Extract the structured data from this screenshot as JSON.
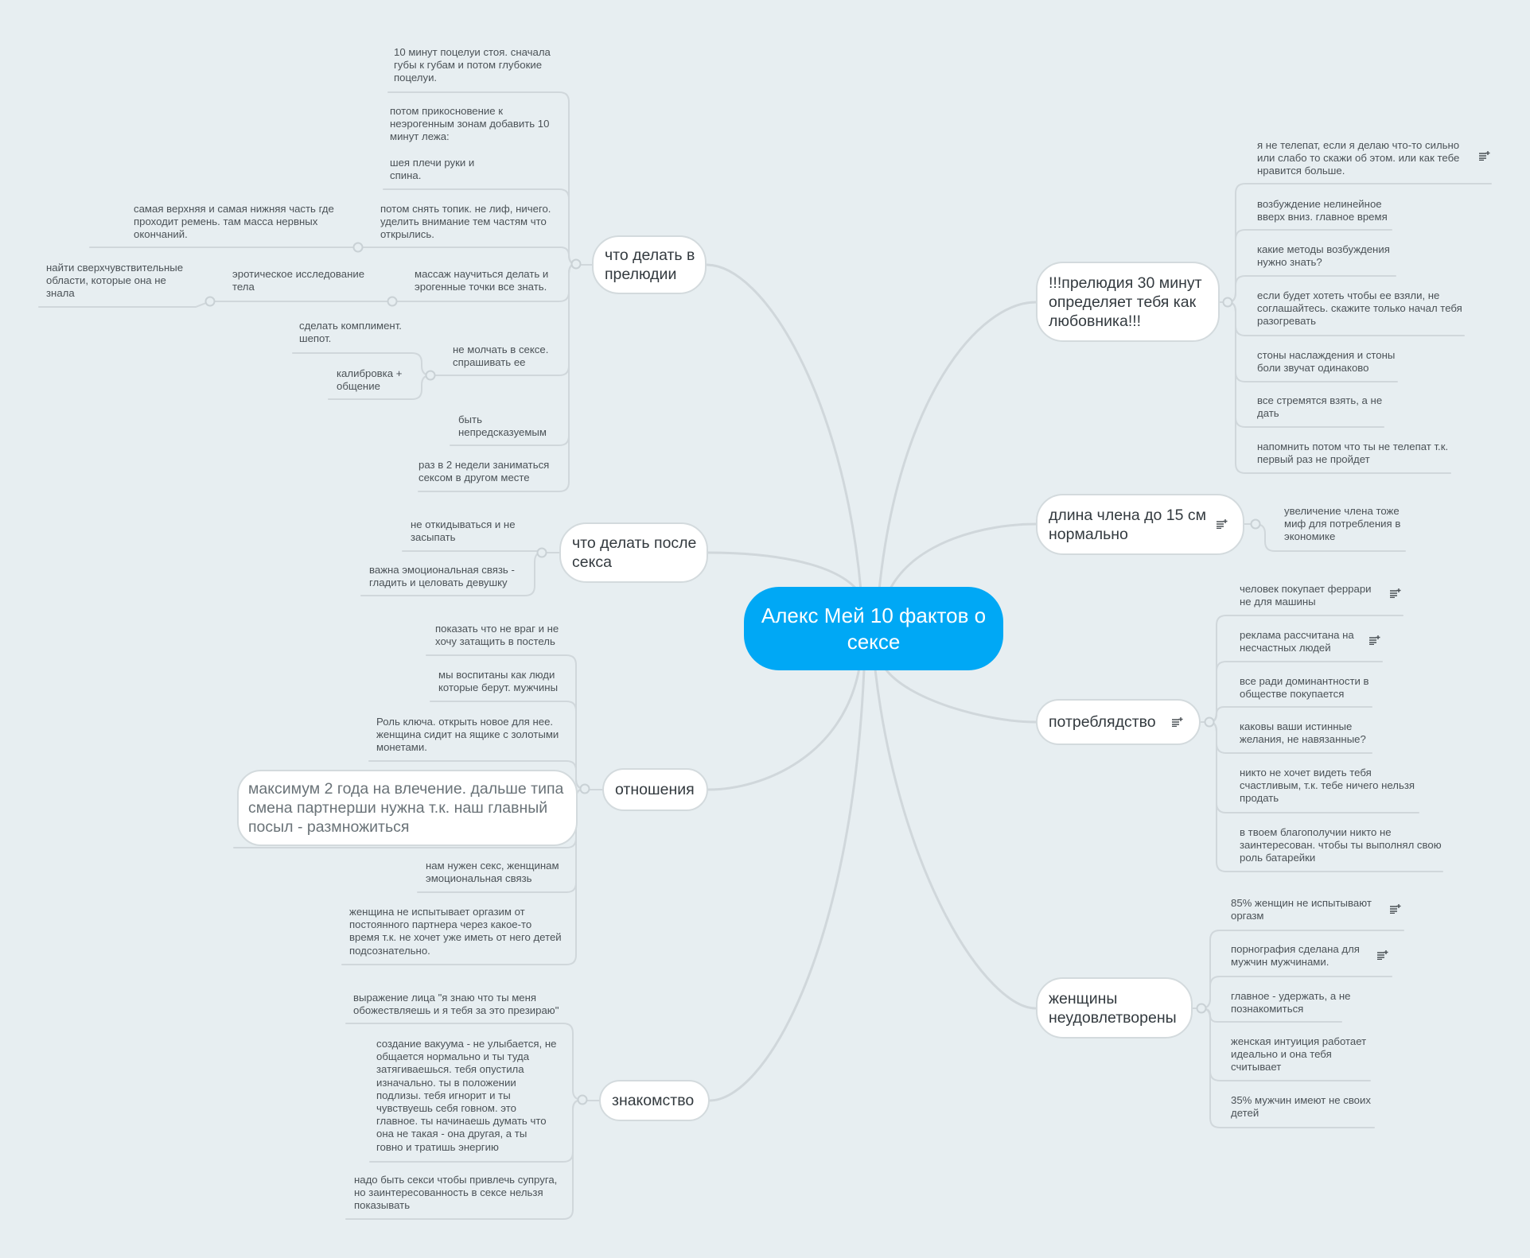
{
  "center": {
    "title": "Алекс Мей 10 фактов о\nсексе"
  },
  "colors": {
    "center": "#00a8f5",
    "background": "#e7eef1",
    "lines": "#d0d7db",
    "node_border": "#d3dadd"
  },
  "branches": [
    {
      "label": "что делать в\nпрелюдии",
      "leaves": [
        {
          "text": "10 минут поцелуи стоя. сначала\nгубы к губам и потом глубокие\nпоцелуи."
        },
        {
          "text": "потом прикосновение к\nнеэрогенным зонам добавить 10\nминут лежа:\n\nшея плечи руки и\nспина."
        },
        {
          "text": "потом снять топик. не лиф, ничего.\nуделить внимание тем частям что\nоткрылись.",
          "children": [
            {
              "text": "самая верхняя и самая нижняя часть где\nпроходит ремень. там масса нервных\nокончаний."
            }
          ]
        },
        {
          "text": "массаж научиться делать и\nэрогенные точки все знать.",
          "children": [
            {
              "text": "эротическое исследование\nтела",
              "children": [
                {
                  "text": "найти сверхчувствительные\nобласти, которые она не\nзнала"
                }
              ]
            }
          ]
        },
        {
          "text": "не молчать в сексе.\nспрашивать ее",
          "children": [
            {
              "text": "сделать комплимент.\nшепот."
            },
            {
              "text": "калибровка +\nобщение"
            }
          ]
        },
        {
          "text": "быть\nнепредсказуемым"
        },
        {
          "text": "раз в 2 недели заниматься\nсексом в другом месте"
        }
      ]
    },
    {
      "label": "что делать после\nсекса",
      "leaves": [
        {
          "text": "не откидываться и не\nзасыпать"
        },
        {
          "text": "важна эмоциональная связь -\nгладить и целовать девушку"
        }
      ]
    },
    {
      "label": "отношения",
      "leaves": [
        {
          "text": "показать что не враг и не\nхочу затащить в постель"
        },
        {
          "text": "мы воспитаны как люди\nкоторые берут. мужчины"
        },
        {
          "text": "Роль ключа. открыть новое для нее.\nженщина сидит на ящике с золотыми\nмонетами."
        },
        {
          "text": "максимум 2 года на влечение. дальше типа\nсмена партнерши нужна т.к. наш главный\nпосыл - размножиться"
        },
        {
          "text": "нам нужен секс, женщинам\nэмоциональная связь"
        },
        {
          "text": "женщина не испытывает оргазим от\nпостоянного партнера через какое-то\nвремя т.к. не хочет уже иметь от него детей\nподсознательно."
        }
      ]
    },
    {
      "label": "знакомство",
      "leaves": [
        {
          "text": "выражение лица \"я знаю что ты меня\nобожествляешь и я тебя за это презираю\""
        },
        {
          "text": "создание вакуума - не улыбается, не\nобщается нормально и ты туда\nзатягиваешься. тебя опустила\nизначально. ты в положении\nподлизы. тебя игнорит и ты\nчувствуешь себя говном. это\nглавное. ты начинаешь думать что\nона не такая - она другая, а ты\nговно и тратишь энергию"
        },
        {
          "text": "надо быть секси чтобы привлечь супруга,\nно заинтересованность в сексе нельзя\nпоказывать"
        }
      ]
    },
    {
      "label": "!!!прелюдия 30 минут\nопределяет тебя как\nлюбовника!!!",
      "leaves": [
        {
          "text": "я не телепат, если я делаю что-то сильно\nили слабо то скажи об этом. или как тебе\nнравится больше.",
          "note": true
        },
        {
          "text": "возбуждение нелинейное\nвверх вниз. главное время"
        },
        {
          "text": "какие методы возбуждения\nнужно знать?"
        },
        {
          "text": "если будет хотеть чтобы ее взяли, не\nсоглашайтесь. скажите только начал тебя\nразогревать"
        },
        {
          "text": "стоны наслаждения и стоны\nболи звучат одинаково"
        },
        {
          "text": "все стремятся взять, а не\nдать"
        },
        {
          "text": "напомнить потом что ты не телепат т.к.\nпервый раз не пройдет"
        }
      ]
    },
    {
      "label": "длина члена до 15 см\nнормально",
      "note": true,
      "leaves": [
        {
          "text": "увеличение члена тоже\nмиф для потребления в\nэкономике"
        }
      ]
    },
    {
      "label": "потреблядство",
      "note": true,
      "leaves": [
        {
          "text": "человек покупает феррари\nне для машины",
          "note": true
        },
        {
          "text": "реклама рассчитана на\nнесчастных людей",
          "note": true
        },
        {
          "text": "все ради доминантности в\nобществе покупается"
        },
        {
          "text": "каковы ваши истинные\nжелания, не навязанные?"
        },
        {
          "text": "никто не хочет видеть тебя\nсчастливым, т.к. тебе ничего нельзя\nпродать"
        },
        {
          "text": "в твоем благополучии никто не\nзаинтересован. чтобы ты выполнял свою\nроль батарейки"
        }
      ]
    },
    {
      "label": "женщины\nнеудовлетворены",
      "leaves": [
        {
          "text": "85% женщин не испытывают\nоргазм",
          "note": true
        },
        {
          "text": "порнография сделана для\nмужчин мужчинами.",
          "note": true
        },
        {
          "text": "главное - удержать, а не\nпознакомиться"
        },
        {
          "text": "женская интуиция работает\nидеально и она тебя\nсчитывает"
        },
        {
          "text": "35% мужчин имеют не своих\nдетей"
        }
      ]
    }
  ]
}
